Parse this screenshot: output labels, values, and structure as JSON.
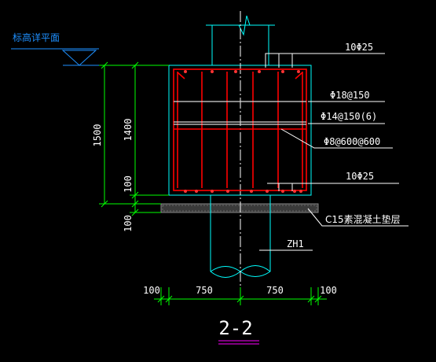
{
  "colors": {
    "background": "#000000",
    "concrete_outline": "#00ffff",
    "rebar": "#ff0000",
    "stirrup": "#d8d8d8",
    "dimension": "#00ff00",
    "dim_text": "#ffffff",
    "title_underline": "#ff00ff",
    "elevation_mark": "#1e90ff",
    "leader": "#ffffff"
  },
  "elevation_label": "标高详平面",
  "labels": {
    "rebar_top": "10Φ25",
    "rebar_h18": "Φ18@150",
    "rebar_h14": "Φ14@150(6)",
    "rebar_tie": "Φ8@600@600",
    "rebar_bottom": "10Φ25",
    "cushion": "C15素混凝土垫层",
    "pile": "ZH1"
  },
  "dims_vertical": {
    "total": "1500",
    "upper": "1400",
    "lower": "100",
    "cushion": "100"
  },
  "dims_horizontal": [
    "100",
    "750",
    "750",
    "100"
  ],
  "section_title": "2-2"
}
